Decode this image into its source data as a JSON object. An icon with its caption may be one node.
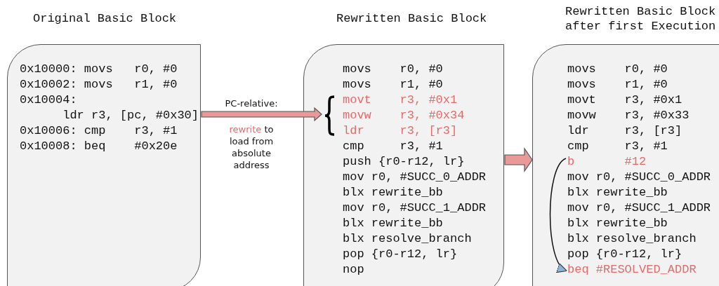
{
  "diagram": {
    "nodes": [
      {
        "text": [
          "Original Basic Block",
          "0x10000: movs   r0, #0",
          "0x10002: movs   r1, #0",
          "0x10004:",
          "ldr r3, [pc, #0x30]",
          "0x10006: cmp    r3, #1",
          "0x10008: beq    #0x20e"
        ]
      },
      {
        "text": [
          "Rewritten Basic Block",
          "movs    r0, #0",
          "movs    r1, #0",
          "movt    r3, #0x1",
          "movw    r3, #0x34",
          "ldr     r3, [r3]",
          "cmp     r3, #1",
          "push {r0-r12, lr}",
          "mov r0, #SUCC_0_ADDR",
          "blx rewrite_bb",
          "mov r0, #SUCC_1_ADDR",
          "blx rewrite_bb",
          "blx resolve_branch",
          "pop {r0-r12, lr}",
          "nop"
        ]
      },
      {
        "text": [
          "Rewritten Basic Block after first Execution",
          "movs    r0, #0",
          "movs    r1, #0",
          "movt    r3, #0x1",
          "movw    r3, #0x33",
          "ldr     r3, [r3]",
          "cmp     r3, #1",
          "mov r0, #SUCC_0_ADDR",
          "blx rewrite_bb",
          "mov r0, #SUCC_1_ADDR",
          "blx rewrite_bb",
          "blx resolve_branch",
          "pop {r0-r12, lr}"
        ]
      },
      {
        "text": [
          "b       #12"
        ],
        "in": 2
      },
      {
        "text": [
          "beq #RESOLVED_ADDR"
        ],
        "in": 2
      }
    ],
    "edges": [
      {
        "from": 0,
        "to": 1,
        "arrow": "to",
        "label": "PC-relative:"
      },
      {
        "from": 1,
        "to": 2,
        "arrow": "to"
      },
      {
        "from": 3,
        "to": 4,
        "arrow": "to"
      }
    ],
    "labels": [
      "rewrite to load from absolute address"
    ]
  }
}
